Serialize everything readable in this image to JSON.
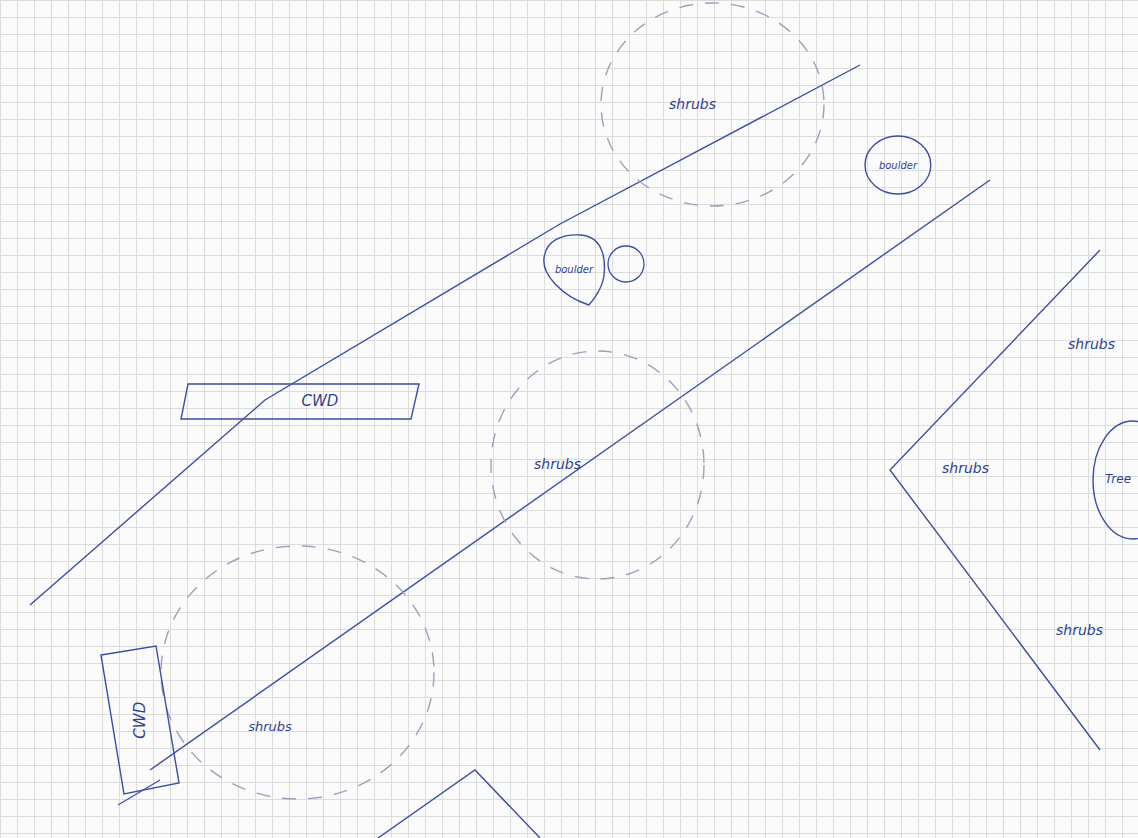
{
  "diagram": {
    "nodes": [
      {
        "text": [
          "shrubs"
        ]
      },
      {
        "text": [
          "boulder"
        ]
      },
      {
        "text": [
          "boulder"
        ]
      },
      {
        "text": [
          "CWD"
        ]
      },
      {
        "text": [
          "shrubs"
        ]
      },
      {
        "text": [
          "Tree"
        ]
      },
      {
        "text": [
          "shrubs"
        ]
      },
      {
        "text": [
          "CWD"
        ]
      }
    ],
    "labels": [
      "shrubs",
      "shrubs",
      "shrubs"
    ]
  }
}
